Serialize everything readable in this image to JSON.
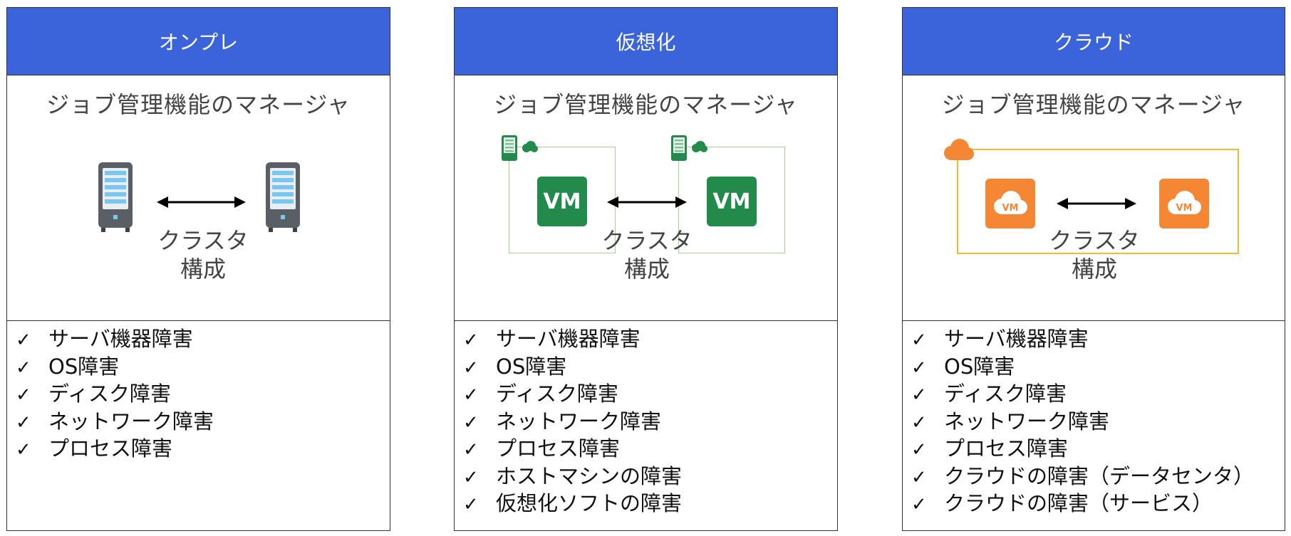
{
  "columns": [
    {
      "header": "オンプレ",
      "diagram_title": "ジョブ管理機能のマネージャ",
      "cluster_label_line1": "クラスタ",
      "cluster_label_line2": "構成",
      "issues": [
        "サーバ機器障害",
        "OS障害",
        "ディスク障害",
        "ネットワーク障害",
        "プロセス障害"
      ]
    },
    {
      "header": "仮想化",
      "diagram_title": "ジョブ管理機能のマネージャ",
      "cluster_label_line1": "クラスタ",
      "cluster_label_line2": "構成",
      "vm_label": "VM",
      "issues": [
        "サーバ機器障害",
        "OS障害",
        "ディスク障害",
        "ネットワーク障害",
        "プロセス障害",
        "ホストマシンの障害",
        "仮想化ソフトの障害"
      ]
    },
    {
      "header": "クラウド",
      "diagram_title": "ジョブ管理機能のマネージャ",
      "cluster_label_line1": "クラスタ",
      "cluster_label_line2": "構成",
      "vm_label": "VM",
      "issues": [
        "サーバ機器障害",
        "OS障害",
        "ディスク障害",
        "ネットワーク障害",
        "プロセス障害",
        "クラウドの障害（データセンタ）",
        "クラウドの障害（サービス）"
      ]
    }
  ],
  "check_mark": "✓",
  "colors": {
    "header_bg": "#3b64da",
    "vm_green": "#228a4a",
    "vm_frame_green": "#a9d18e",
    "cloud_orange": "#f58634",
    "cloud_frame_yellow": "#f7b92a"
  }
}
